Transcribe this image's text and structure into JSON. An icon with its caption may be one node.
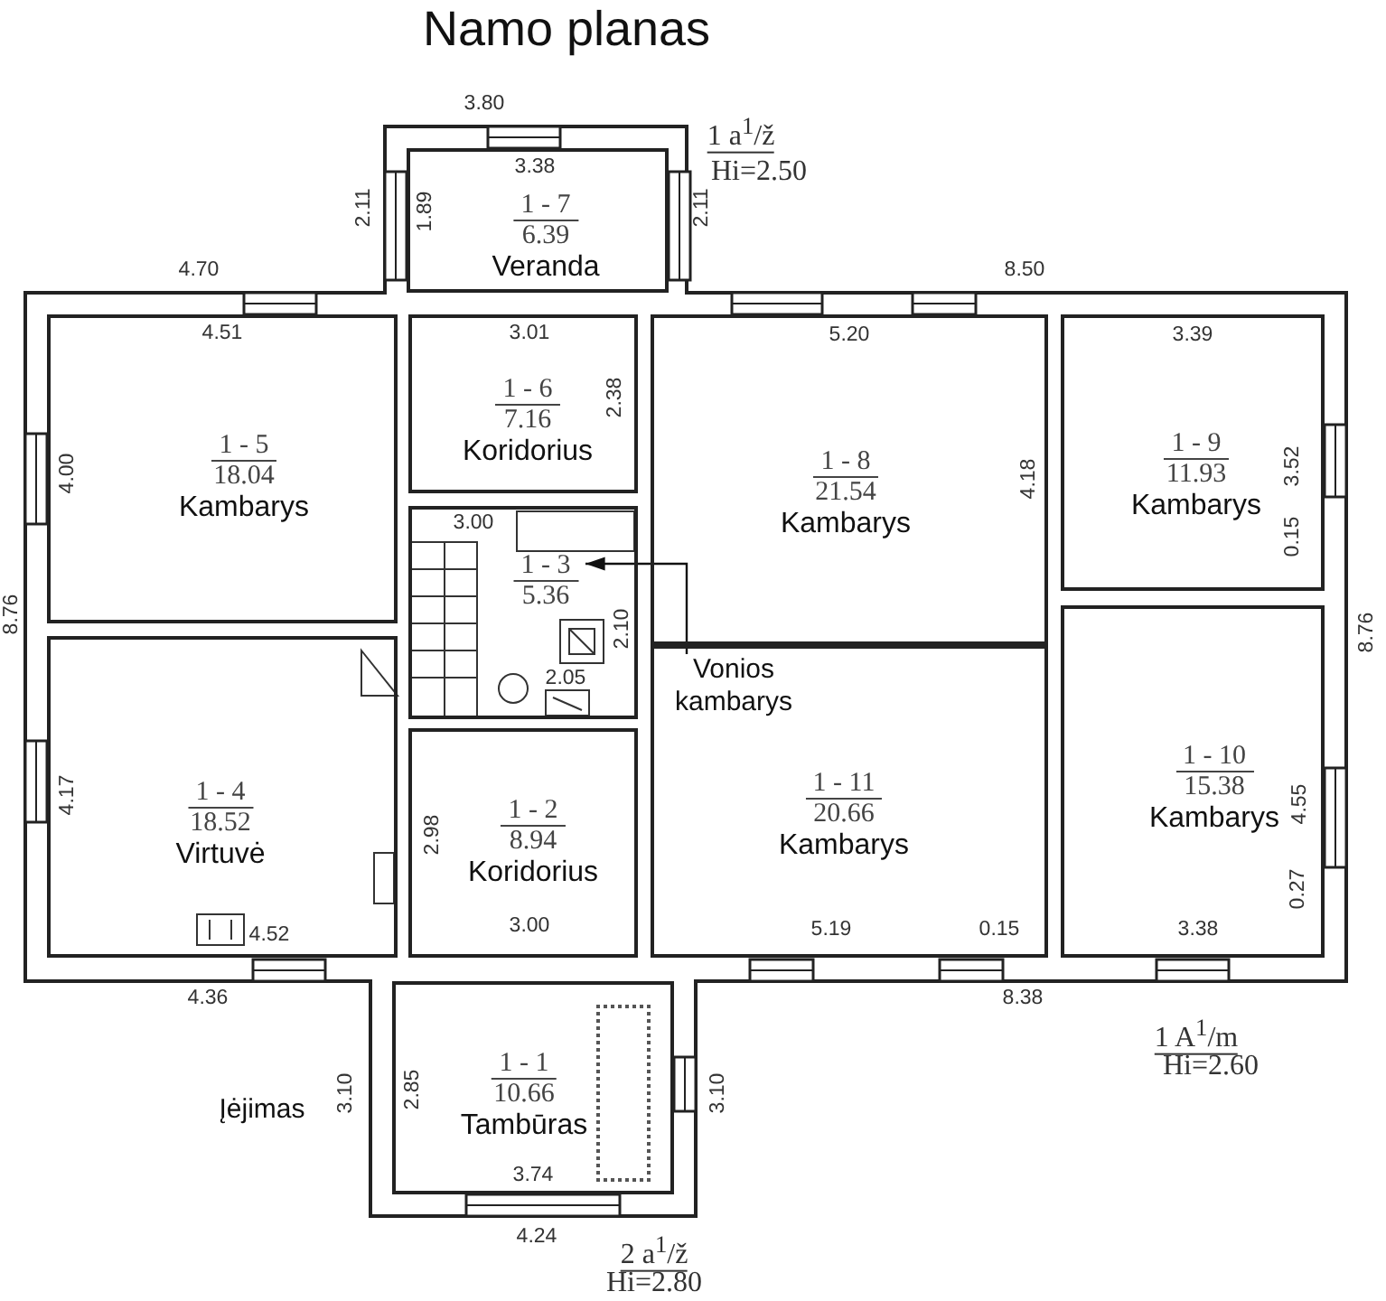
{
  "diagram": {
    "title": "Namo planas",
    "nodes": [
      {
        "text": [
          "1 - 7",
          "6.39",
          "Veranda"
        ]
      },
      {
        "text": [
          "1 - 5",
          "18.04",
          "Kambarys"
        ]
      },
      {
        "text": [
          "1 - 6",
          "7.16",
          "Koridorius"
        ]
      },
      {
        "text": [
          "1 - 8",
          "21.54",
          "Kambarys"
        ]
      },
      {
        "text": [
          "1 - 9",
          "11.93",
          "Kambarys"
        ]
      },
      {
        "text": [
          "1 - 3",
          "5.36"
        ]
      },
      {
        "text": [
          "1 - 4",
          "18.52",
          "Virtuvė"
        ]
      },
      {
        "text": [
          "1 - 2",
          "8.94",
          "Koridorius"
        ]
      },
      {
        "text": [
          "1 - 11",
          "20.66",
          "Kambarys"
        ]
      },
      {
        "text": [
          "Vonios kambarys"
        ],
        "in": 8
      },
      {
        "text": [
          "1 - 10",
          "15.38",
          "Kambarys"
        ]
      },
      {
        "text": [
          "1 - 1",
          "10.66",
          "Tambūras"
        ]
      },
      {
        "text": [],
        "shape": "box",
        "in": 11
      }
    ],
    "edges": [
      {
        "from": 9,
        "to": 5,
        "arrow": "to"
      }
    ],
    "labels": [
      "3.80",
      "1 a$^{1}$/ž",
      "3.38",
      "Hi=2.50",
      "2.11",
      "1.89",
      "2.11",
      "4.70",
      "8.50",
      "4.51",
      "3.01",
      "5.20",
      "3.39",
      "2.38",
      "4.00",
      "4.18",
      "3.52",
      "3.00",
      "0.15",
      "8.76",
      "2.10",
      "8.76",
      "2.05",
      "4.17",
      "2.98",
      "4.55",
      "4.52",
      "3.00",
      "5.19",
      "0.15",
      "3.38",
      "0.27",
      "4.36",
      "8.38",
      "1 A$^{1}$/m",
      "Hi=2.60",
      "Įėjimas",
      "3.10",
      "2.85",
      "3.10",
      "3.74",
      "4.24",
      "2 a$^{1}$/ž",
      "Hi=2.80"
    ]
  }
}
